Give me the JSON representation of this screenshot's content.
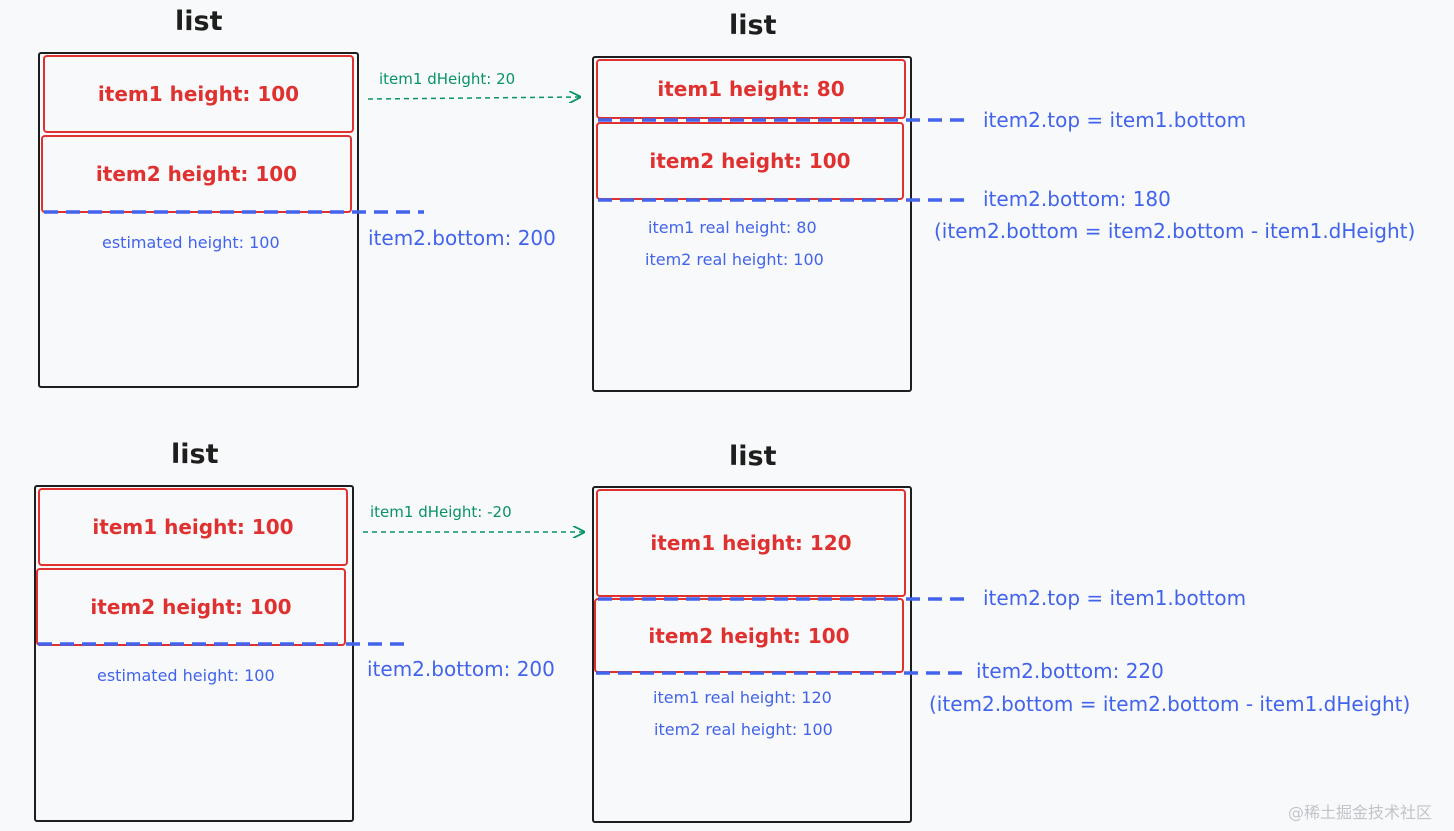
{
  "colors": {
    "item_border": "#e03131",
    "blue_line": "#4263eb",
    "green_arrow": "#099268",
    "box_border": "#1e1e1e"
  },
  "top_left": {
    "title": "list",
    "item1": "item1 height: 100",
    "item2": "item2 height: 100",
    "estimated": "estimated height: 100",
    "bottom_label": "item2.bottom: 200"
  },
  "top_arrow": {
    "label": "item1 dHeight: 20"
  },
  "top_right": {
    "title": "list",
    "item1": "item1 height: 80",
    "item2": "item2 height: 100",
    "real1": "item1 real height: 80",
    "real2": "item2 real height: 100",
    "top_label": "item2.top = item1.bottom",
    "bottom_label": "item2.bottom: 180",
    "formula": "(item2.bottom = item2.bottom - item1.dHeight)"
  },
  "bottom_left": {
    "title": "list",
    "item1": "item1 height: 100",
    "item2": "item2 height: 100",
    "estimated": "estimated height: 100",
    "bottom_label": "item2.bottom: 200"
  },
  "bottom_arrow": {
    "label": "item1 dHeight: -20"
  },
  "bottom_right": {
    "title": "list",
    "item1": "item1 height: 120",
    "item2": "item2 height: 100",
    "real1": "item1 real height: 120",
    "real2": "item2 real height: 100",
    "top_label": "item2.top = item1.bottom",
    "bottom_label": "item2.bottom: 220",
    "formula": "(item2.bottom = item2.bottom - item1.dHeight)"
  },
  "watermark": "@稀土掘金技术社区"
}
